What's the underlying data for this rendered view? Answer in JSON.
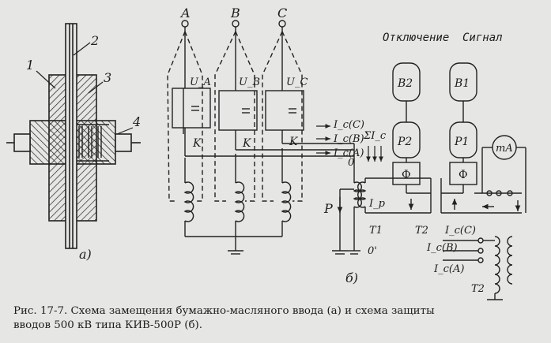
{
  "figure": {
    "part_a": {
      "callouts": [
        "1",
        "2",
        "3",
        "4"
      ],
      "label": "а)"
    },
    "part_b": {
      "phases": [
        "A",
        "B",
        "C"
      ],
      "voltages": [
        "U_A",
        "U_B",
        "U_C"
      ],
      "k_labels": [
        "K",
        "K",
        "K"
      ],
      "current_labels": [
        "I_c(C)",
        "I_c(B)",
        "I_c(A)"
      ],
      "sum_label": "ΣI_c",
      "node_0": "0",
      "node_0_prime": "0'",
      "label_P": "P",
      "label_Ip": "I_p",
      "label_T1": "T1",
      "label_T2a": "T2",
      "relays": [
        "Р2",
        "Р1"
      ],
      "blocks": [
        "В2",
        "В1"
      ],
      "phi": [
        "Ф",
        "Ф"
      ],
      "meter": "mA",
      "header_left": "Отключение",
      "header_right": "Сигнал",
      "right_currents": [
        "I_c(C)",
        "I_c(B)",
        "I_c(A)"
      ],
      "label_T2b": "Т2",
      "label": "б)"
    }
  },
  "caption": {
    "line1": "Рис. 17-7. Схема замещения бумажно-масляного ввода (а) и схема защиты",
    "line2": "вводов 500 кВ типа КИВ-500Р (б)."
  }
}
